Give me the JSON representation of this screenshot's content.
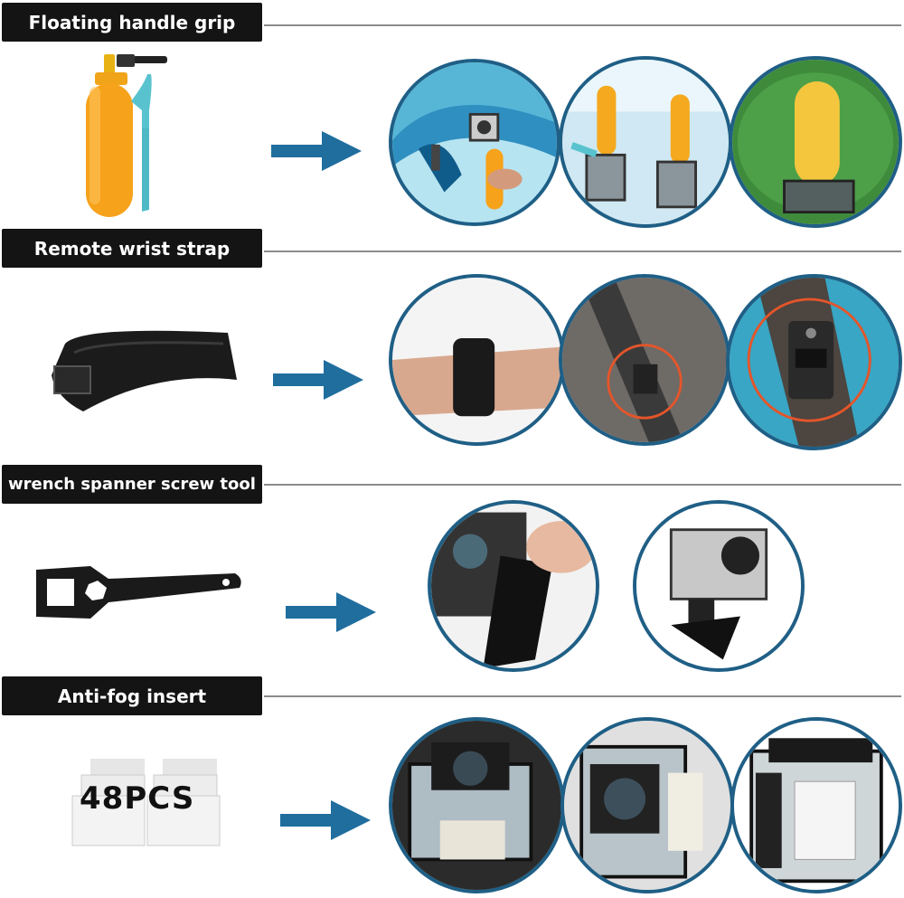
{
  "sections": [
    {
      "id": "floating",
      "label": "Floating handle grip"
    },
    {
      "id": "strap",
      "label": "Remote wrist strap"
    },
    {
      "id": "wrench",
      "label": "wrench spanner screw tool"
    },
    {
      "id": "antifog",
      "label": "Anti-fog insert",
      "badge": "48PCS"
    }
  ],
  "colors": {
    "label_bg": "#141414",
    "arrow": "#1f6e9e",
    "circle_border": "#1f5f86",
    "float_orange": "#f7a21b",
    "rule": "#8c8c8c"
  }
}
